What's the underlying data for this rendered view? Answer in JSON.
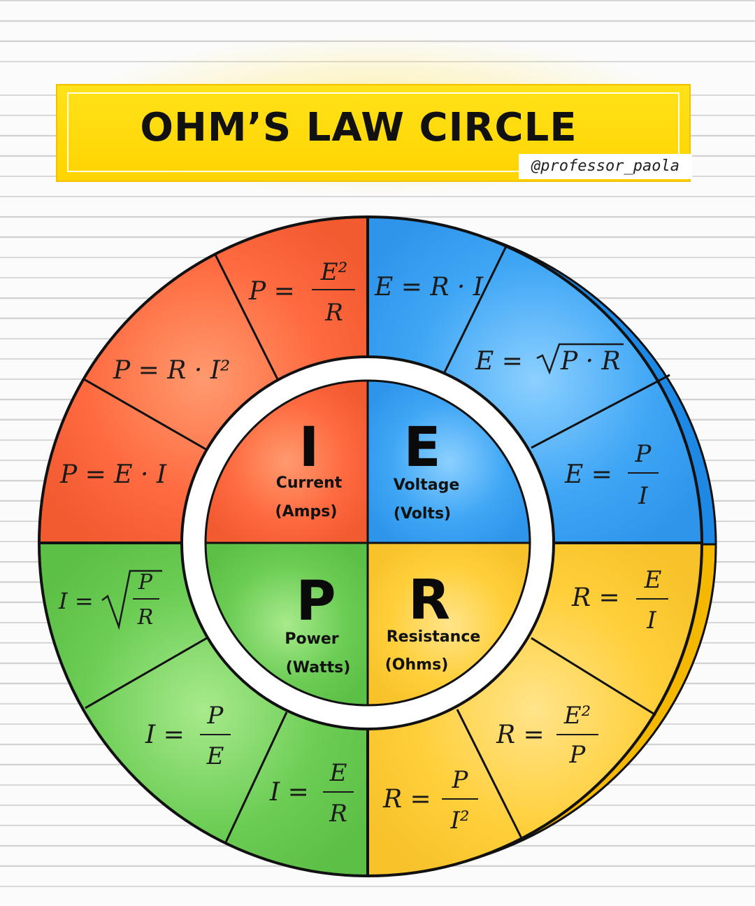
{
  "header": {
    "title": "OHM’S LAW CIRCLE",
    "handle": "@professor_paola"
  },
  "colors": {
    "current": "#ff6a40",
    "voltage": "#3fa6f5",
    "power": "#6ccd55",
    "resistance": "#ffcf3a",
    "outline": "#111111"
  },
  "quadrants": [
    {
      "id": "current",
      "symbol": "I",
      "label": "Current",
      "unit": "(Amps)"
    },
    {
      "id": "voltage",
      "symbol": "E",
      "label": "Voltage",
      "unit": "(Volts)"
    },
    {
      "id": "power",
      "symbol": "P",
      "label": "Power",
      "unit": "(Watts)"
    },
    {
      "id": "resistance",
      "symbol": "R",
      "label": "Resistance",
      "unit": "(Ohms)"
    }
  ],
  "formulas": {
    "current_quadrant_outer": [
      "P = E · I",
      "P = R · I²",
      "P = E² / R"
    ],
    "voltage_quadrant_outer": [
      "E = R · I",
      "E = √(P · R)",
      "E = P / I"
    ],
    "resistance_quadrant_outer": [
      "R = E / I",
      "R = E² / P",
      "R = P / I²"
    ],
    "power_quadrant_outer": [
      "I = E / R",
      "I = P / E",
      "I = √(P / R)"
    ]
  }
}
